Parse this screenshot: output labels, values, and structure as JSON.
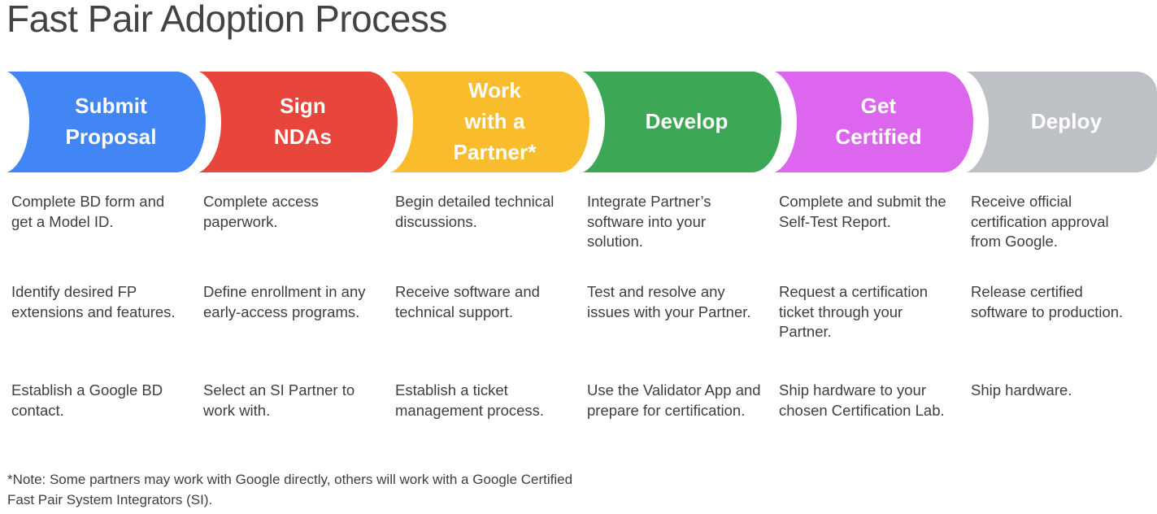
{
  "page": {
    "title": "Fast Pair Adoption Process",
    "background": "#ffffff",
    "text_color": "#3c4043"
  },
  "stages": [
    {
      "id": "submit-proposal",
      "label": "Submit\nProposal",
      "color": "#4285f4",
      "label_color": "#ffffff",
      "steps": [
        "Complete BD form and get a Model ID.",
        "Identify desired FP extensions and features.",
        "Establish a Google BD contact."
      ]
    },
    {
      "id": "sign-ndas",
      "label": "Sign\nNDAs",
      "color": "#e8453c",
      "label_color": "#ffffff",
      "steps": [
        "Complete access paperwork.",
        "Define enrollment in any early-access programs.",
        "Select an SI Partner to work with."
      ]
    },
    {
      "id": "work-with-a-partner",
      "label": "Work\nwith a\nPartner*",
      "color": "#f9bc2d",
      "label_color": "#ffffff",
      "steps": [
        "Begin detailed technical discussions.",
        "Receive software and technical support.",
        "Establish a ticket management process."
      ]
    },
    {
      "id": "develop",
      "label": "Develop",
      "color": "#3ca856",
      "label_color": "#ffffff",
      "steps": [
        "Integrate Partner’s software into your solution.",
        "Test and resolve any issues with your Partner.",
        "Use the Validator App and prepare for certification."
      ]
    },
    {
      "id": "get-certified",
      "label": "Get\nCertified",
      "color": "#dd66ee",
      "label_color": "#ffffff",
      "steps": [
        "Complete and submit the Self-Test Report.",
        "Request a certification ticket through your Partner.",
        "Ship hardware to your chosen Certification Lab."
      ]
    },
    {
      "id": "deploy",
      "label": "Deploy",
      "color": "#bdc1c6",
      "label_color": "#ffffff",
      "steps": [
        "Receive official certification approval from Google.",
        "Release certified software to production.",
        "Ship hardware."
      ]
    }
  ],
  "footnote": "*Note: Some partners may work with Google directly, others will work with a Google Certified Fast Pair System Integrators (SI)."
}
